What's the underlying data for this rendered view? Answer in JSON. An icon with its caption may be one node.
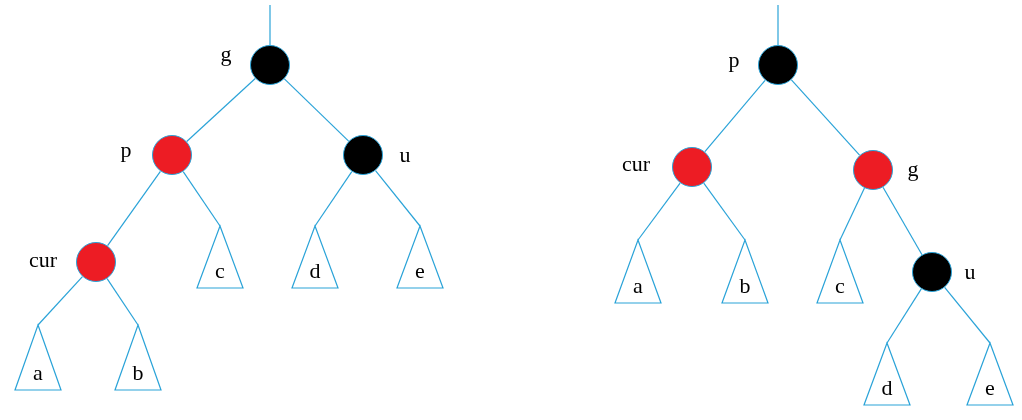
{
  "diagram": {
    "nodes": [
      {
        "text": [],
        "shape": "circle",
        "beside": [
          "g"
        ]
      },
      {
        "text": [],
        "shape": "circle",
        "beside": [
          "p"
        ]
      },
      {
        "text": [],
        "shape": "circle",
        "beside": [
          "u"
        ]
      },
      {
        "text": [],
        "shape": "circle",
        "beside": [
          "cur"
        ]
      },
      {
        "text": [
          "c"
        ]
      },
      {
        "text": [
          "d"
        ]
      },
      {
        "text": [
          "e"
        ]
      },
      {
        "text": [
          "a"
        ]
      },
      {
        "text": [
          "b"
        ]
      },
      {
        "text": [],
        "shape": "circle",
        "beside": [
          "p"
        ]
      },
      {
        "text": [],
        "shape": "circle",
        "beside": [
          "cur"
        ]
      },
      {
        "text": [],
        "shape": "circle",
        "beside": [
          "g"
        ]
      },
      {
        "text": [
          "a"
        ]
      },
      {
        "text": [
          "b"
        ]
      },
      {
        "text": [
          "c"
        ]
      },
      {
        "text": [],
        "shape": "circle",
        "beside": [
          "u"
        ]
      },
      {
        "text": [
          "d"
        ]
      },
      {
        "text": [
          "e"
        ]
      }
    ],
    "edges": [
      {
        "from": null,
        "to": 0,
        "arrow": "none"
      },
      {
        "from": 0,
        "to": 1,
        "arrow": "none"
      },
      {
        "from": 0,
        "to": 2,
        "arrow": "none"
      },
      {
        "from": 1,
        "to": 3,
        "arrow": "none"
      },
      {
        "from": 1,
        "to": 4,
        "arrow": "none"
      },
      {
        "from": 2,
        "to": 5,
        "arrow": "none"
      },
      {
        "from": 2,
        "to": 6,
        "arrow": "none"
      },
      {
        "from": 3,
        "to": 7,
        "arrow": "none"
      },
      {
        "from": 3,
        "to": 8,
        "arrow": "none"
      },
      {
        "from": null,
        "to": 9,
        "arrow": "none"
      },
      {
        "from": 9,
        "to": 10,
        "arrow": "none"
      },
      {
        "from": 9,
        "to": 11,
        "arrow": "none"
      },
      {
        "from": 10,
        "to": 12,
        "arrow": "none"
      },
      {
        "from": 10,
        "to": 13,
        "arrow": "none"
      },
      {
        "from": 11,
        "to": 14,
        "arrow": "none"
      },
      {
        "from": 11,
        "to": 15,
        "arrow": "none"
      },
      {
        "from": 15,
        "to": 16,
        "arrow": "none"
      },
      {
        "from": 15,
        "to": 17,
        "arrow": "none"
      }
    ]
  }
}
